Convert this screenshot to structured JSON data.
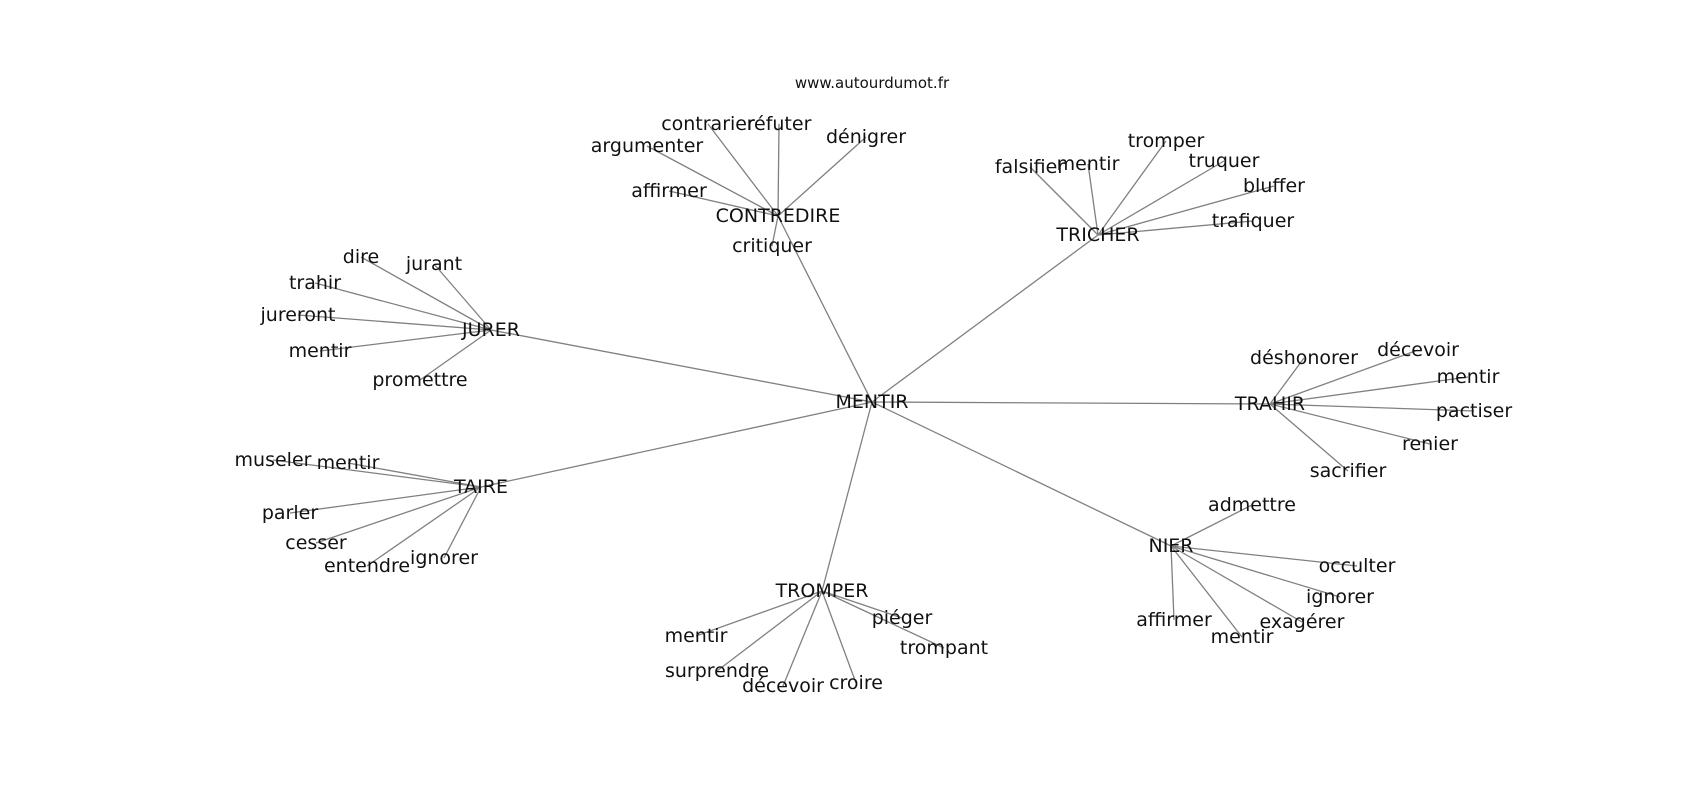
{
  "source_label": "www.autourdumot.fr",
  "graph": {
    "center": {
      "id": "MENTIR",
      "label": "MENTIR"
    },
    "clusters": [
      {
        "id": "contredire",
        "label": "CONTREDIRE",
        "children": [
          "contrarier",
          "réfuter",
          "dénigrer",
          "argumenter",
          "affirmer",
          "critiquer"
        ]
      },
      {
        "id": "tricher",
        "label": "TRICHER",
        "children": [
          "falsifier",
          "mentir",
          "tromper",
          "truquer",
          "bluffer",
          "trafiquer"
        ]
      },
      {
        "id": "jurer",
        "label": "JURER",
        "children": [
          "dire",
          "jurant",
          "trahir",
          "jureront",
          "mentir",
          "promettre"
        ]
      },
      {
        "id": "trahir",
        "label": "TRAHIR",
        "children": [
          "déshonorer",
          "décevoir",
          "mentir",
          "pactiser",
          "renier",
          "sacrifier"
        ]
      },
      {
        "id": "taire",
        "label": "TAIRE",
        "children": [
          "museler",
          "mentir",
          "parler",
          "cesser",
          "entendre",
          "ignorer"
        ]
      },
      {
        "id": "nier",
        "label": "NIER",
        "children": [
          "admettre",
          "occulter",
          "ignorer",
          "exagérer",
          "mentir",
          "affirmer"
        ]
      },
      {
        "id": "tromper",
        "label": "TROMPER",
        "children": [
          "piéger",
          "trompant",
          "mentir",
          "surprendre",
          "décevoir",
          "croire"
        ]
      }
    ]
  }
}
